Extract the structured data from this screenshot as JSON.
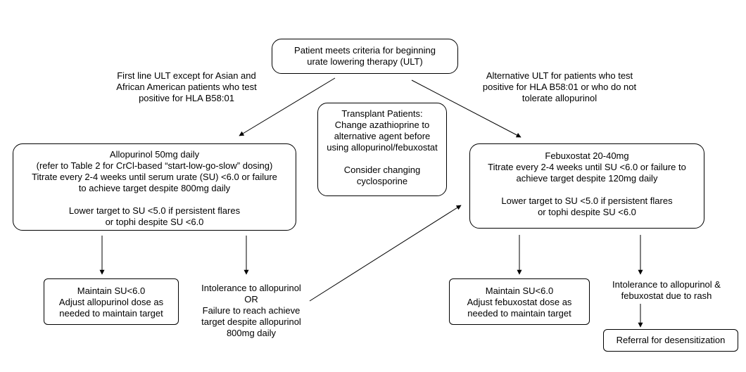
{
  "start": {
    "lines": [
      "Patient meets criteria for beginning",
      "urate lowering therapy (ULT)"
    ]
  },
  "label_first_line": {
    "lines": [
      "First line ULT except for Asian and",
      "African American patients who test",
      "positive for HLA B58:01"
    ]
  },
  "label_alternative": {
    "lines": [
      "Alternative ULT for patients who test",
      "positive for HLA B58:01 or who do not",
      "tolerate allopurinol"
    ]
  },
  "transplant": {
    "lines_a": [
      "Transplant Patients:",
      "Change azathioprine to",
      "alternative agent before",
      "using allopurinol/febuxostat"
    ],
    "lines_b": [
      "Consider changing",
      "cyclosporine"
    ]
  },
  "allopurinol": {
    "lines_a": [
      "Allopurinol 50mg daily",
      "(refer to Table 2 for CrCl-based “start-low-go-slow” dosing)",
      "Titrate every 2-4 weeks until serum urate (SU) <6.0 or failure",
      "to achieve target despite 800mg daily"
    ],
    "lines_b": [
      "Lower target to SU <5.0 if persistent flares",
      "or tophi despite SU <6.0"
    ]
  },
  "febuxostat": {
    "lines_a": [
      "Febuxostat 20-40mg",
      "Titrate every 2-4 weeks until SU <6.0 or failure to",
      "achieve target despite 120mg daily"
    ],
    "lines_b": [
      "Lower target to SU <5.0 if persistent flares",
      "or tophi despite SU <6.0"
    ]
  },
  "maintain_allopurinol": {
    "lines": [
      "Maintain SU<6.0",
      "Adjust allopurinol dose as",
      "needed to maintain target"
    ]
  },
  "intolerance_allopurinol": {
    "lines": [
      "Intolerance to allopurinol",
      "OR",
      "Failure to reach achieve",
      "target despite allopurinol",
      "800mg daily"
    ]
  },
  "maintain_febuxostat": {
    "lines": [
      "Maintain SU<6.0",
      "Adjust febuxostat dose as",
      "needed to maintain target"
    ]
  },
  "intolerance_both": {
    "lines": [
      "Intolerance to allopurinol &",
      "febuxostat due to rash"
    ]
  },
  "referral": {
    "lines": [
      "Referral for desensitization"
    ]
  }
}
